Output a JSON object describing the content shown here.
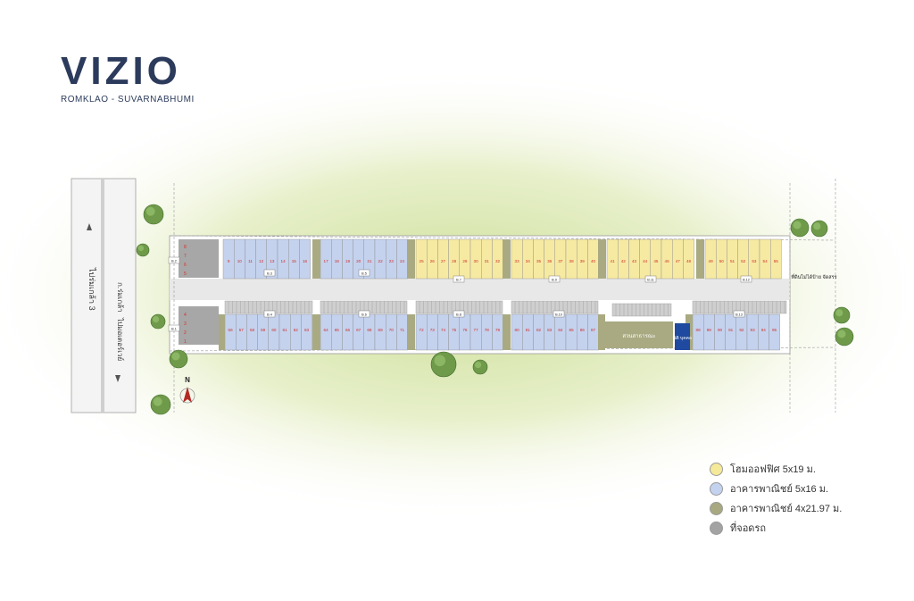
{
  "brand": {
    "name": "VIZIO",
    "subtitle": "ROMKLAO - SUVARNABHUMI"
  },
  "road": {
    "left_label": "ไปร่มเกล้า 3",
    "right_label_top": "ก.ร่มเกล้า",
    "right_label_bottom": "ไปมอเตอร์เวย์"
  },
  "compass": "N",
  "parking_upper_numbers": [
    "8",
    "7",
    "6",
    "5"
  ],
  "parking_lower_numbers": [
    "4",
    "3",
    "2",
    "1"
  ],
  "top_row_units": [
    "9",
    "10",
    "11",
    "12",
    "13",
    "14",
    "15",
    "16",
    "17",
    "18",
    "19",
    "20",
    "21",
    "22",
    "23",
    "24",
    "25",
    "26",
    "27",
    "28",
    "29",
    "30",
    "31",
    "32",
    "33",
    "34",
    "35",
    "36",
    "37",
    "38",
    "39",
    "40",
    "41",
    "42",
    "43",
    "44",
    "45",
    "46",
    "47",
    "48",
    "49",
    "50",
    "51",
    "52",
    "53",
    "54",
    "55"
  ],
  "bottom_row_units": [
    "56",
    "57",
    "58",
    "59",
    "60",
    "61",
    "62",
    "63",
    "64",
    "65",
    "66",
    "67",
    "68",
    "69",
    "70",
    "71",
    "72",
    "73",
    "74",
    "75",
    "76",
    "77",
    "78",
    "79",
    "80",
    "81",
    "82",
    "83",
    "84",
    "85",
    "86",
    "87",
    "88",
    "89",
    "90",
    "91",
    "92",
    "93",
    "94",
    "95"
  ],
  "block_labels": [
    "B.1",
    "B.2",
    "B.3",
    "B.4",
    "B.5",
    "B.6",
    "B.7",
    "B.8",
    "B.9",
    "B.10",
    "B.11",
    "B.12",
    "B.13"
  ],
  "park_label": "สวนสาธารณะ",
  "office_label": "นิติ บุคคล",
  "right_note": "ที่ดินไม่ได้ป้าย จัดสรร",
  "legend": [
    {
      "label": "โฮมออฟฟิศ 5x19 ม.",
      "color": "#f5e99a"
    },
    {
      "label": "อาคารพาณิชย์ 5x16 ม.",
      "color": "#c3d2ee"
    },
    {
      "label": "อาคารพาณิชย์ 4x21.97 ม.",
      "color": "#a8a980"
    },
    {
      "label": "ที่จอดรถ",
      "color": "#a3a3a3"
    }
  ],
  "colors": {
    "home_office": "#f6eaa2",
    "commercial_5x16": "#c4d2ee",
    "commercial_4x21": "#a9aa82",
    "parking": "#a7a7a7",
    "road": "#e3e3e3",
    "brand": "#2c3b5c",
    "unit_number": "#d0312d",
    "office": "#1f4aa0"
  }
}
